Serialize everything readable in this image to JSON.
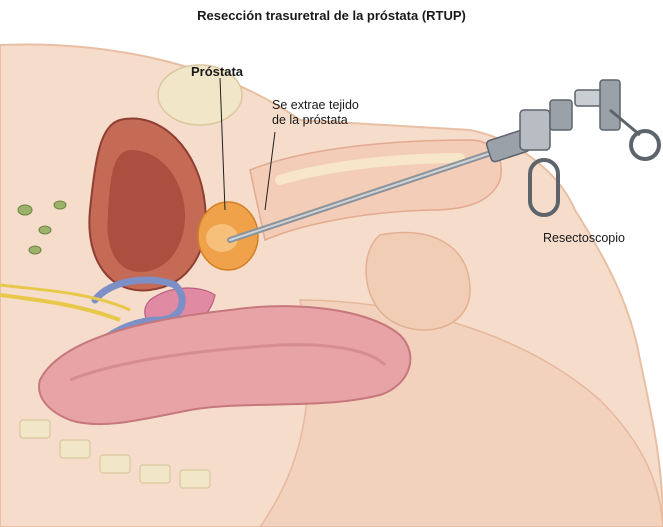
{
  "title": "Resección trasuretral de la próstata (RTUP)",
  "labels": {
    "prostate": "Próstata",
    "tissue_line1": "Se extrae tejido",
    "tissue_line2": "de la próstata",
    "resectoscope": "Resectoscopio"
  },
  "colors": {
    "skin": "#f6dccb",
    "skin_dark": "#e9bfa3",
    "bladder": "#c46a55",
    "bladder_inner": "#a84a3d",
    "prostate": "#f0a24a",
    "intestine": "#e7a3a6",
    "bone": "#f1e6c8",
    "vein_blue": "#7d8fc7",
    "seminal": "#e08aa3",
    "nerve": "#e8c84a",
    "metal": "#9aa1a8"
  }
}
